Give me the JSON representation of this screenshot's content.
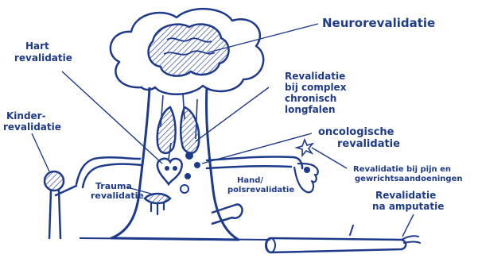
{
  "ink_color": "#1e3a8a",
  "fill_color": "#1e3a8a",
  "labels": {
    "neuro": "Neurorevalidatie",
    "hart": "Hart revalidatie",
    "long": "Revalidatie bij complex chronisch longfalen",
    "kinder": "Kinder- revalidatie",
    "onco": "oncologische revalidatie",
    "pijn": "Revalidatie bij pijn en gewrichtsaandoeningen",
    "trauma": "Trauma revalidatie",
    "hand": "Hand/ polsrevalidatie",
    "amputatie": "Revalidatie na amputatie"
  }
}
